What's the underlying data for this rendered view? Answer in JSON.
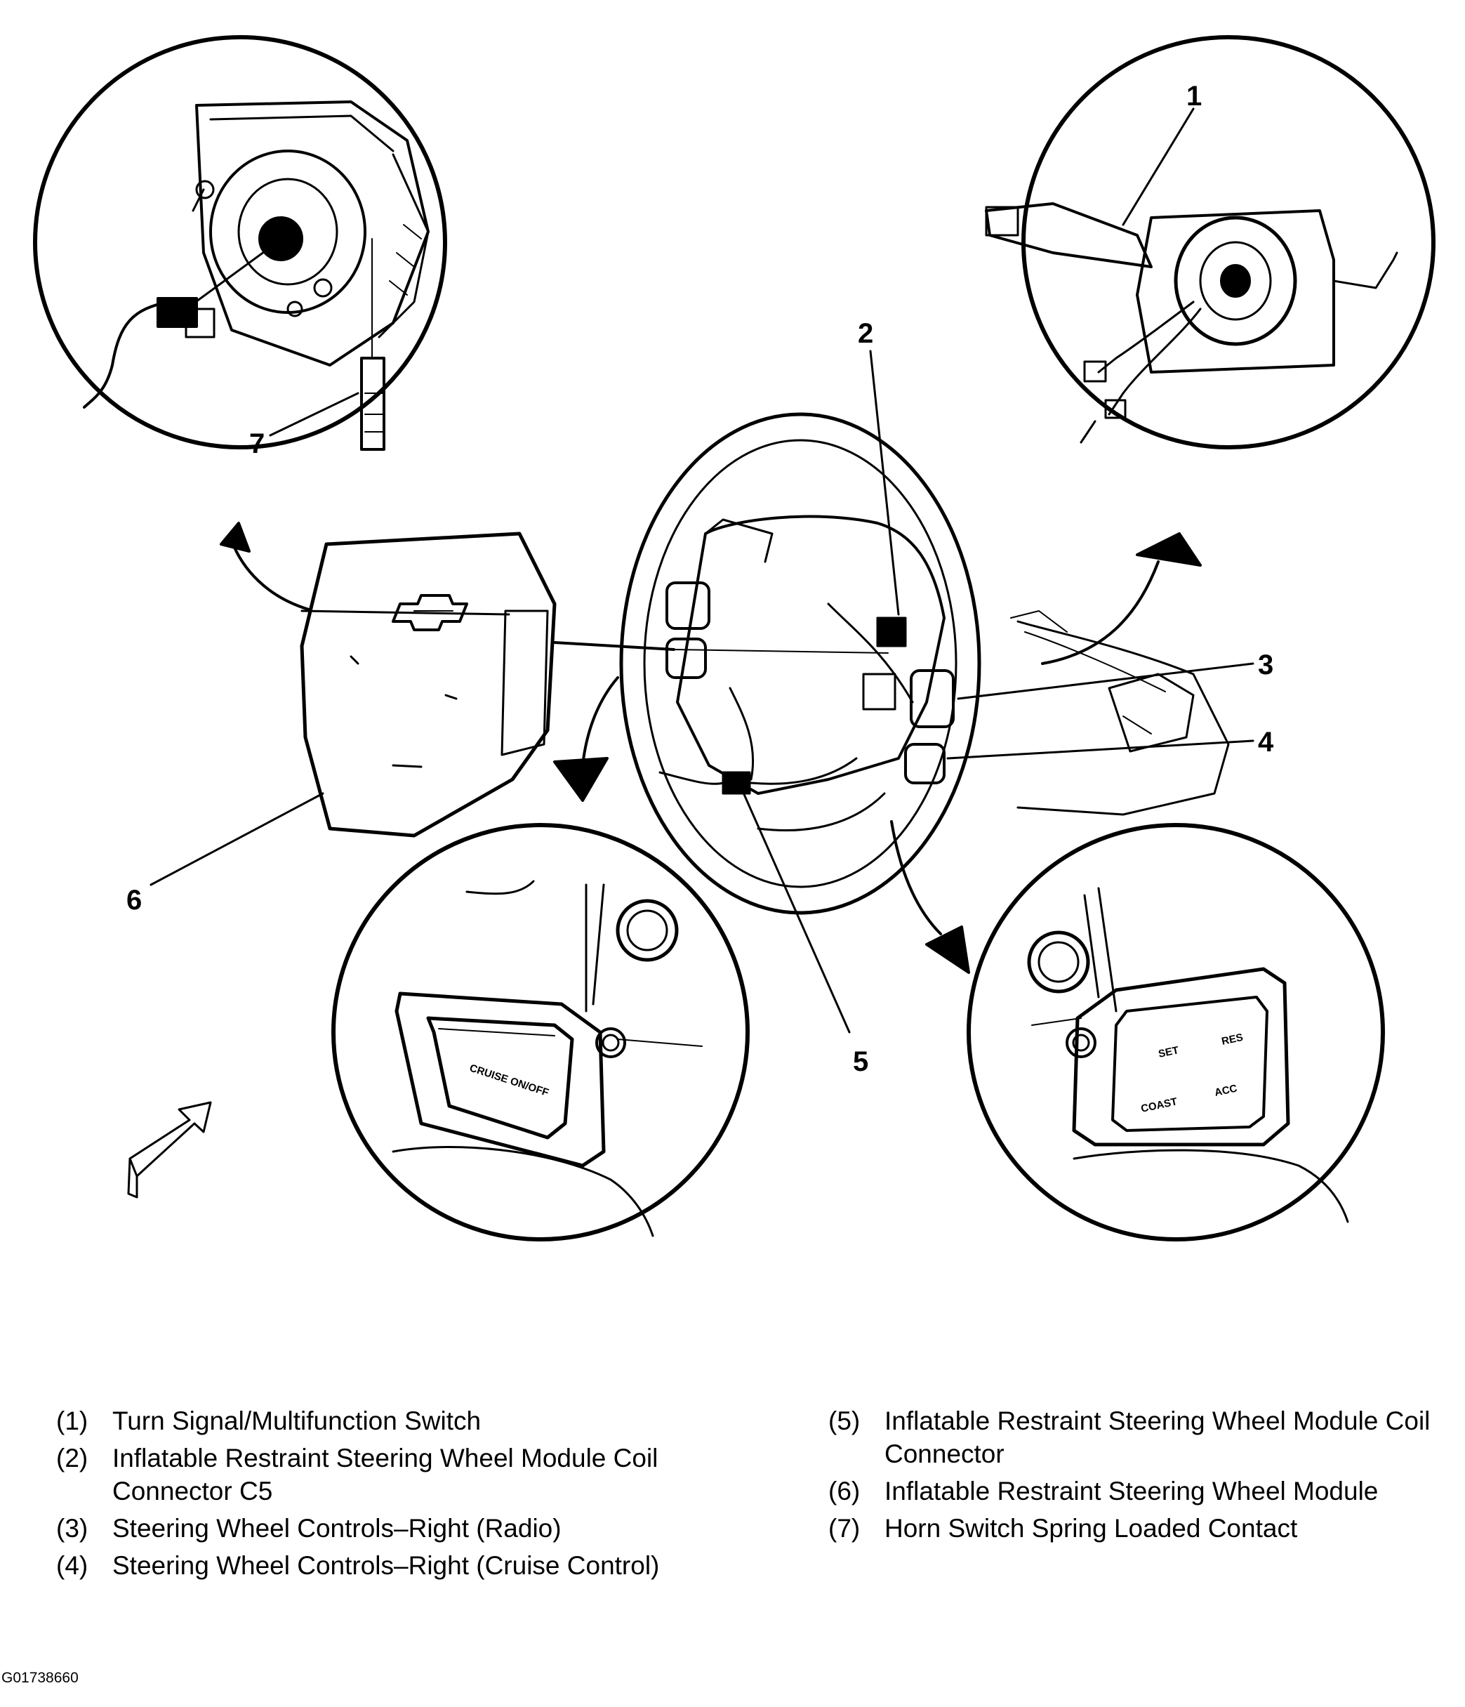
{
  "callouts": [
    "1",
    "2",
    "3",
    "4",
    "5",
    "6",
    "7"
  ],
  "panel_labels": {
    "cruise": "CRUISE ON/OFF",
    "set": "SET",
    "res": "RES",
    "coast": "COAST",
    "acc": "ACC"
  },
  "legend": {
    "left": [
      {
        "num": "(1)",
        "text": "Turn Signal/Multifunction Switch"
      },
      {
        "num": "(2)",
        "text": "Inflatable Restraint Steering Wheel Module Coil Connector C5"
      },
      {
        "num": "(3)",
        "text": "Steering Wheel Controls–Right (Radio)"
      },
      {
        "num": "(4)",
        "text": "Steering Wheel Controls–Right (Cruise Control)"
      }
    ],
    "right": [
      {
        "num": "(5)",
        "text": "Inflatable Restraint Steering Wheel Module Coil Connector"
      },
      {
        "num": "(6)",
        "text": "Inflatable Restraint Steering Wheel Module"
      },
      {
        "num": "(7)",
        "text": "Horn Switch Spring Loaded Contact"
      }
    ]
  },
  "figure_id": "G01738660",
  "colors": {
    "line": "#000000",
    "background": "#ffffff"
  }
}
